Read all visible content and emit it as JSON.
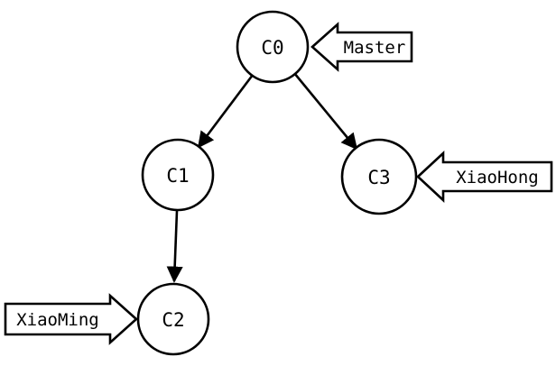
{
  "diagram": {
    "kind": "commit-graph",
    "colors": {
      "stroke": "#000000",
      "fill": "#ffffff",
      "background": "#ffffff"
    },
    "nodes": [
      {
        "id": "c0",
        "label": "C0"
      },
      {
        "id": "c1",
        "label": "C1"
      },
      {
        "id": "c2",
        "label": "C2"
      },
      {
        "id": "c3",
        "label": "C3"
      }
    ],
    "edges": [
      {
        "from": "C0",
        "to": "C1"
      },
      {
        "from": "C0",
        "to": "C3"
      },
      {
        "from": "C1",
        "to": "C2"
      }
    ],
    "pointers": [
      {
        "id": "master",
        "label": "Master",
        "target": "C0",
        "direction": "left"
      },
      {
        "id": "xiaohong",
        "label": "XiaoHong",
        "target": "C3",
        "direction": "left"
      },
      {
        "id": "xiaoming",
        "label": "XiaoMing",
        "target": "C2",
        "direction": "right"
      }
    ]
  }
}
